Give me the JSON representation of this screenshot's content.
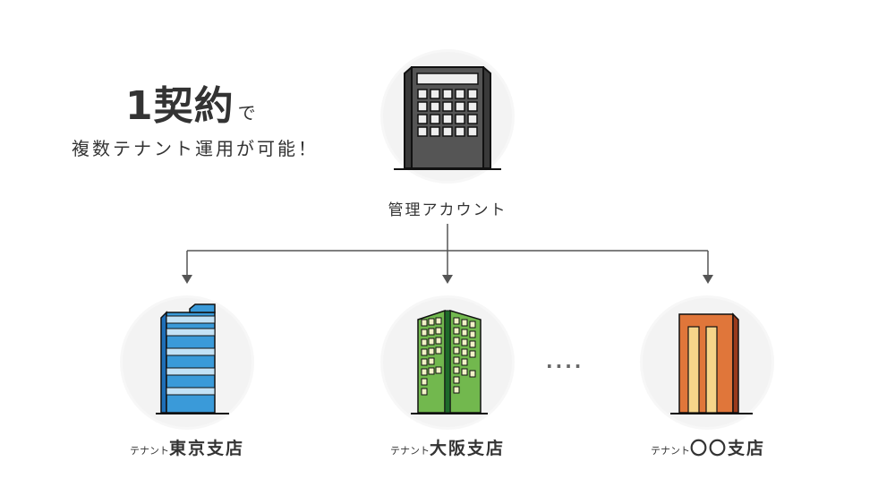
{
  "headline": {
    "main": "1契約",
    "suffix": "で",
    "subtitle": "複数テナント運用が可能！"
  },
  "admin": {
    "label": "管理アカウント",
    "icon": "office-building-dark"
  },
  "ellipsis": "....",
  "tenants": [
    {
      "prefix": "テナント",
      "name": "東京支店",
      "icon": "building-blue"
    },
    {
      "prefix": "テナント",
      "name": "大阪支店",
      "icon": "building-green"
    },
    {
      "prefix": "テナント",
      "name": "〇〇支店",
      "icon": "building-orange"
    }
  ],
  "colors": {
    "highlight": "#f8da98",
    "connector": "#555555",
    "blue": "#3a9ad9",
    "green": "#72b84e",
    "orange": "#e0763a"
  }
}
